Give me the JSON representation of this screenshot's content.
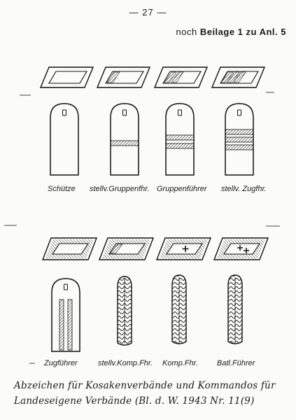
{
  "header": {
    "page_number": "27",
    "ref_prefix": "noch",
    "ref_main": "Beilage 1 zu Anl. 5"
  },
  "row1_labels": [
    "Schütze",
    "stellv.Gruppenfhr.",
    "Gruppenführer",
    "stellv. Zugfhr."
  ],
  "row2_labels": [
    "Zugführer",
    "stellv.Komp.Fhr.",
    "Komp.Fhr.",
    "Batl.Führer"
  ],
  "handwriting": [
    "Abzeichen für Kosakenverbände und Kommandos für",
    "Landeseigene Verbände (Bl. d. W. 1943 Nr. 11(9)"
  ]
}
